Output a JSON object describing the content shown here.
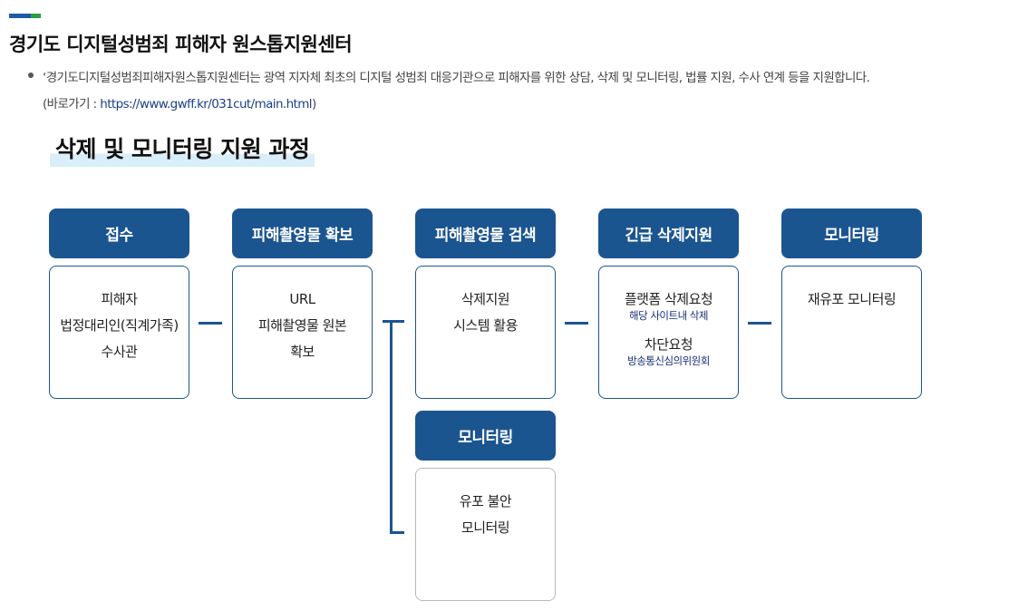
{
  "section": {
    "title": "경기도 디지털성범죄 피해자 원스톱지원센터",
    "desc_line1": "‘경기도디지털성범죄피해자원스톱지원센터는 광역 지자체 최초의 디지털 성범죄 대응기관으로 피해자를 위한 상담, 삭제 및 모니터링, 법률 지원, 수사 연계 등을 지원합니다.",
    "desc_prefix": "(바로가기 : ",
    "link_text": "https://www.gwff.kr/031cut/main.html",
    "desc_suffix": ")"
  },
  "diagram": {
    "title": "삭제 및 모니터링 지원 과정",
    "steps": [
      {
        "header": "접수",
        "lines": [
          "피해자",
          "법정대리인(직계가족)",
          "수사관"
        ]
      },
      {
        "header": "피해촬영물 확보",
        "lines": [
          "URL",
          "피해촬영물 원본",
          "확보"
        ]
      },
      {
        "header": "피해촬영물 검색",
        "lines": [
          "삭제지원",
          "시스템 활용"
        ]
      },
      {
        "header": "긴급 삭제지원",
        "groups": [
          {
            "main": "플랫폼 삭제요청",
            "sub": "해당 사이트내 삭제"
          },
          {
            "main": "차단요청",
            "sub": "방송통신심의위원회"
          }
        ]
      },
      {
        "header": "모니터링",
        "lines": [
          "재유포 모니터링"
        ]
      }
    ],
    "branch": {
      "header": "모니터링",
      "lines": [
        "유포 불안",
        "모니터링"
      ]
    }
  },
  "colors": {
    "header_bg": "#1b5590",
    "accent_blue": "#1e5aa8",
    "accent_green": "#2e9e3e",
    "highlight": "#d9eef8"
  }
}
